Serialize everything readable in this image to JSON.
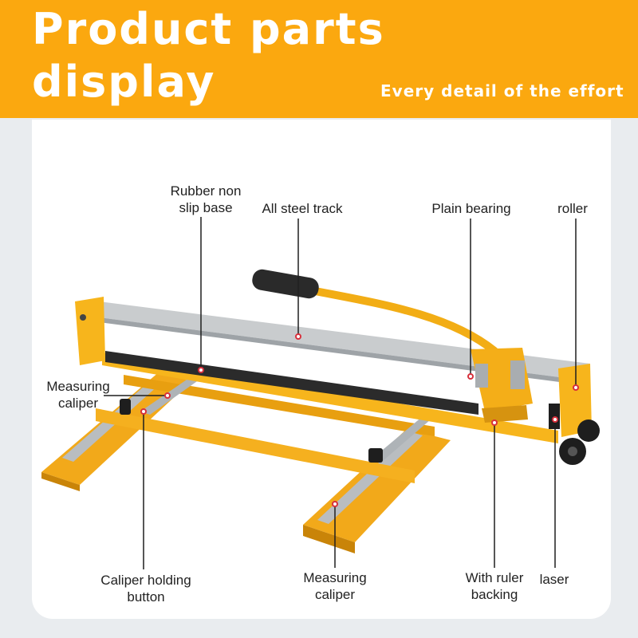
{
  "banner": {
    "title_line1": "Product parts",
    "title_line2": "display",
    "subtitle": "Every detail of the effort"
  },
  "labels": {
    "rubber_base_line1": "Rubber non",
    "rubber_base_line2": "slip base",
    "steel_track": "All steel track",
    "plain_bearing": "Plain bearing",
    "roller": "roller",
    "measuring_caliper_left_line1": "Measuring",
    "measuring_caliper_left_line2": "caliper",
    "caliper_button_line1": "Caliper holding",
    "caliper_button_line2": "button",
    "measuring_caliper_bottom_line1": "Measuring",
    "measuring_caliper_bottom_line2": "caliper",
    "ruler_backing_line1": "With ruler",
    "ruler_backing_line2": "backing",
    "laser": "laser"
  },
  "colors": {
    "banner": "#fba80f",
    "frame_yellow": "#f7b51c",
    "track_silver": "#c9ccce",
    "rubber_black": "#2b2b2b",
    "marker_red": "#d8303c"
  }
}
